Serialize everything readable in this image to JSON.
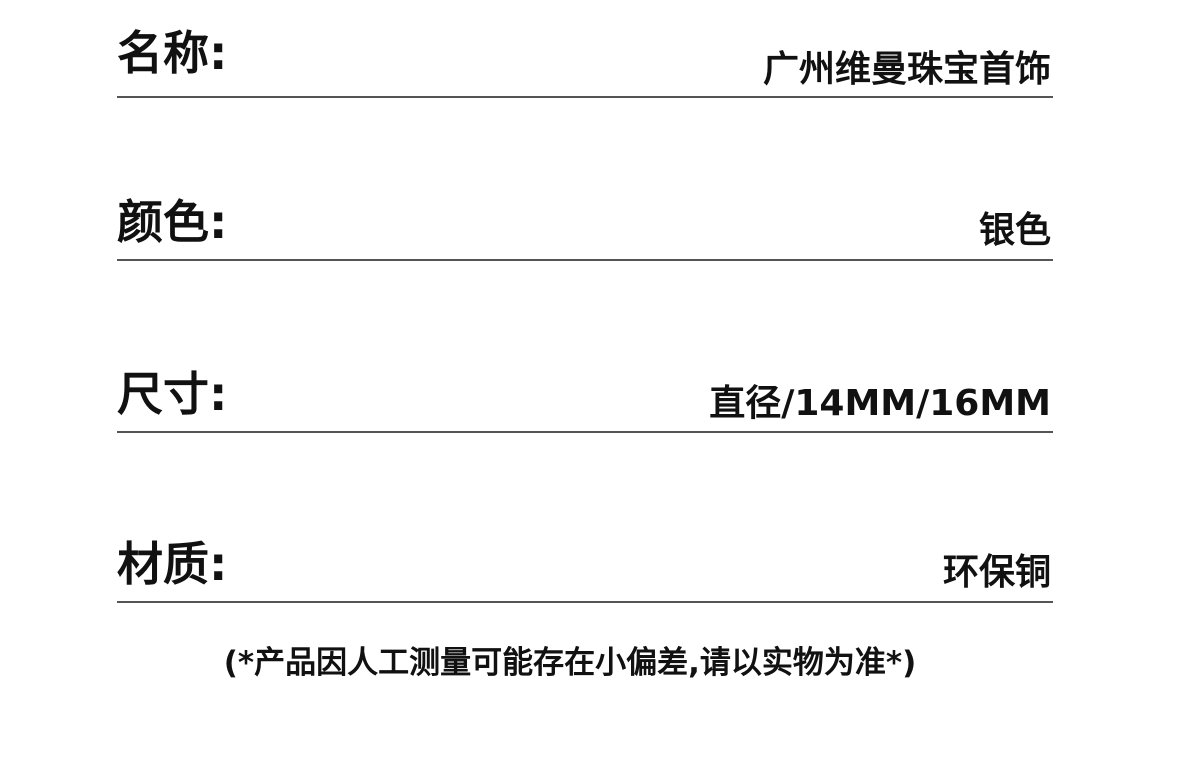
{
  "specs": {
    "name": {
      "label": "名称:",
      "value": "广州维曼珠宝首饰"
    },
    "color": {
      "label": "颜色:",
      "value": "银色"
    },
    "size": {
      "label": "尺寸:",
      "value": "直径/14MM/16MM"
    },
    "material": {
      "label": "材质:",
      "value": "环保铜"
    }
  },
  "note": "(*产品因人工测量可能存在小偏差,请以实物为准*)",
  "colors": {
    "text": "#111111",
    "divider": "#555555",
    "background": "#ffffff"
  }
}
